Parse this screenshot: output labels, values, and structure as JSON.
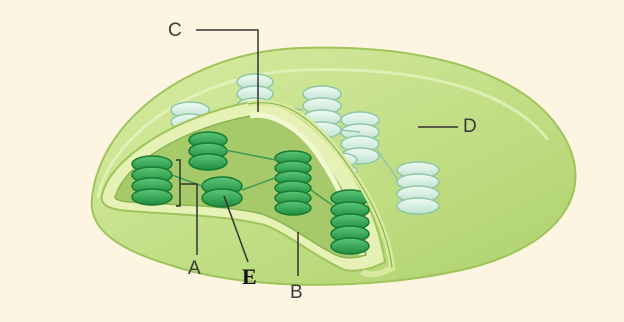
{
  "labels": {
    "a": "A",
    "b": "B",
    "c": "C",
    "d": "D",
    "e": "E"
  },
  "colors": {
    "background": "#fdf5e2",
    "outer_envelope": "#c7e08f",
    "inner_membrane": "#e8f2b8",
    "stroma": "#a9cc6a",
    "granum_dark": "#2aa14c",
    "granum_light": "#d9efe4",
    "leader_line": "#333333"
  }
}
